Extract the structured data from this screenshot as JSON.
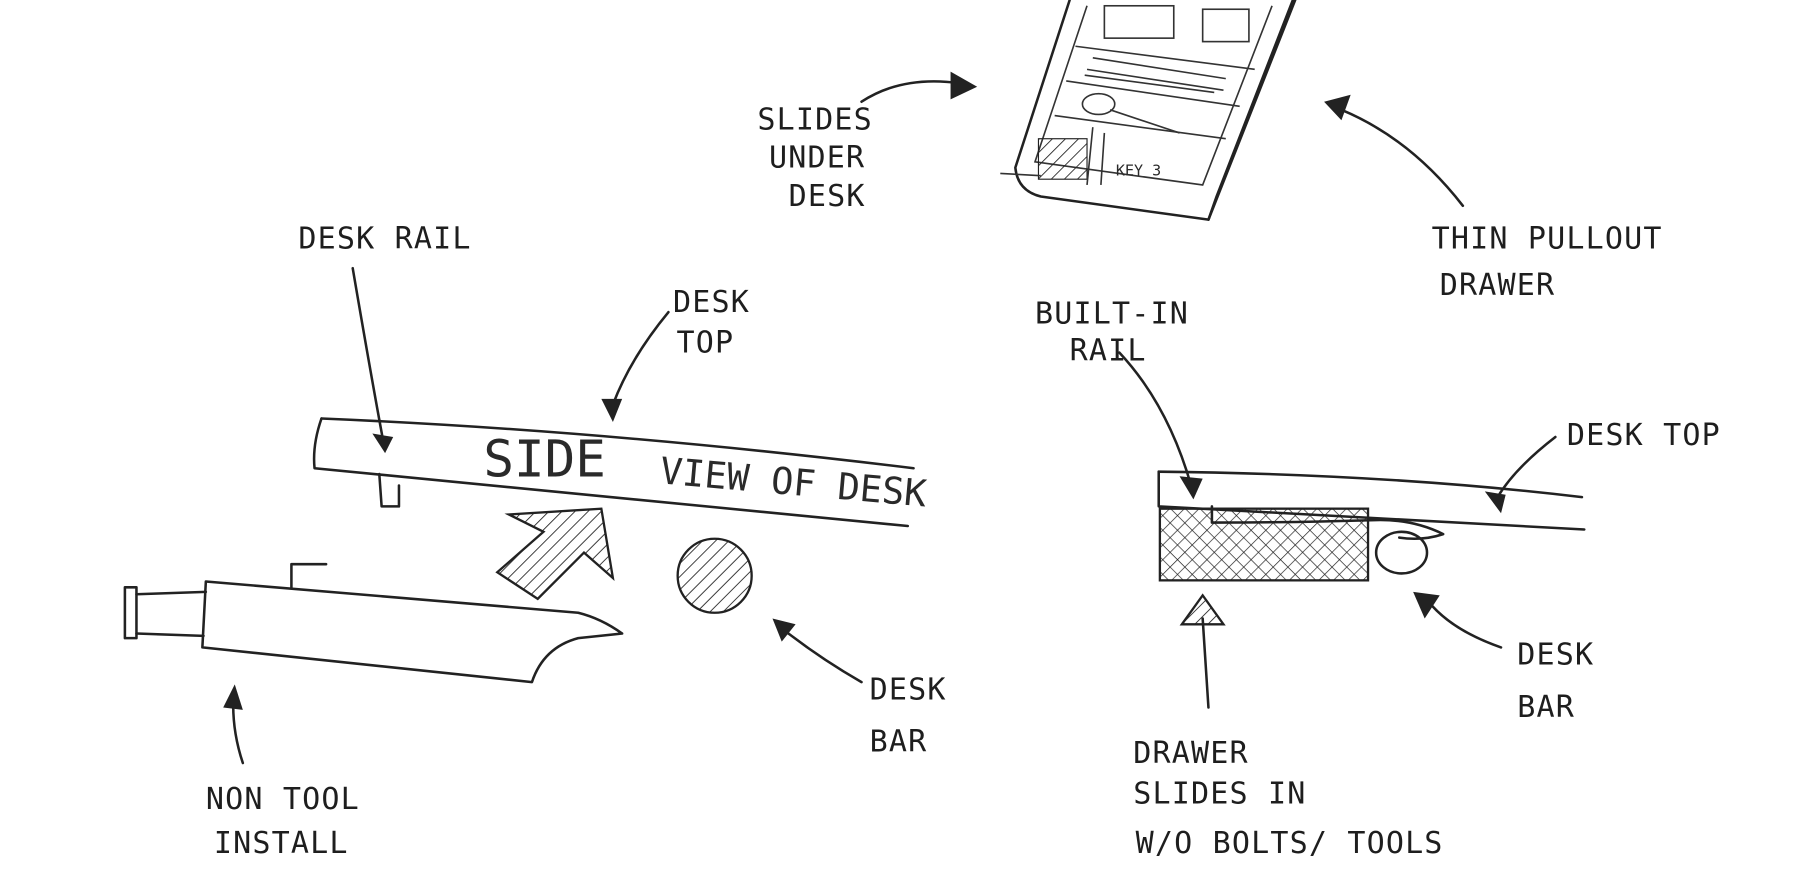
{
  "title": "SIDE VIEW OF DESK",
  "title_parts": {
    "large": "SIDE",
    "small": "VIEW OF DESK"
  },
  "labels": {
    "slides_under_desk": [
      "SLIDES",
      "UNDER",
      "DESK"
    ],
    "thin_pullout_drawer": [
      "THIN PULLOUT",
      "DRAWER"
    ],
    "desk_rail": "DESK RAIL",
    "desk_top_left": [
      "DESK",
      "TOP"
    ],
    "built_in_rail": [
      "BUILT-IN",
      "RAIL"
    ],
    "desk_top_right": "DESK TOP",
    "desk_bar_left": [
      "DESK",
      "BAR"
    ],
    "desk_bar_right": [
      "DESK",
      "BAR"
    ],
    "non_tool_install": [
      "NON TOOL",
      "INSTALL"
    ],
    "drawer_slides_in": [
      "DRAWER",
      "SLIDES IN",
      "W/O BOLTS/ TOOLS"
    ]
  }
}
